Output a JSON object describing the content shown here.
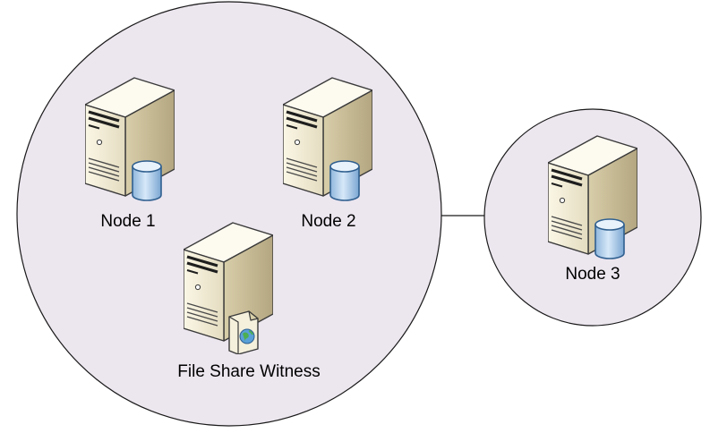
{
  "colors": {
    "circle_fill": "#ece6ef",
    "circle_stroke": "#1a1a1a",
    "server_front": "#f2ecd6",
    "server_side": "#c8bd98",
    "server_top": "#fbf8ec",
    "server_outline": "#3a3a3a",
    "db_fill": "#bdd7f0",
    "db_top": "#e6f1fb",
    "db_stroke": "#2f5f8f"
  },
  "diagram": {
    "nodes": [
      {
        "id": "node-1",
        "label": "Node 1",
        "icon": "server-database-icon"
      },
      {
        "id": "node-2",
        "label": "Node 2",
        "icon": "server-database-icon"
      },
      {
        "id": "file-share-witness",
        "label": "File Share Witness",
        "icon": "server-file-share-icon"
      },
      {
        "id": "node-3",
        "label": "Node 3",
        "icon": "server-database-icon"
      }
    ],
    "groups": [
      {
        "id": "site-primary",
        "members": [
          "node-1",
          "node-2",
          "file-share-witness"
        ]
      },
      {
        "id": "site-secondary",
        "members": [
          "node-3"
        ]
      }
    ],
    "links": [
      {
        "from": "site-primary",
        "to": "site-secondary"
      }
    ]
  }
}
